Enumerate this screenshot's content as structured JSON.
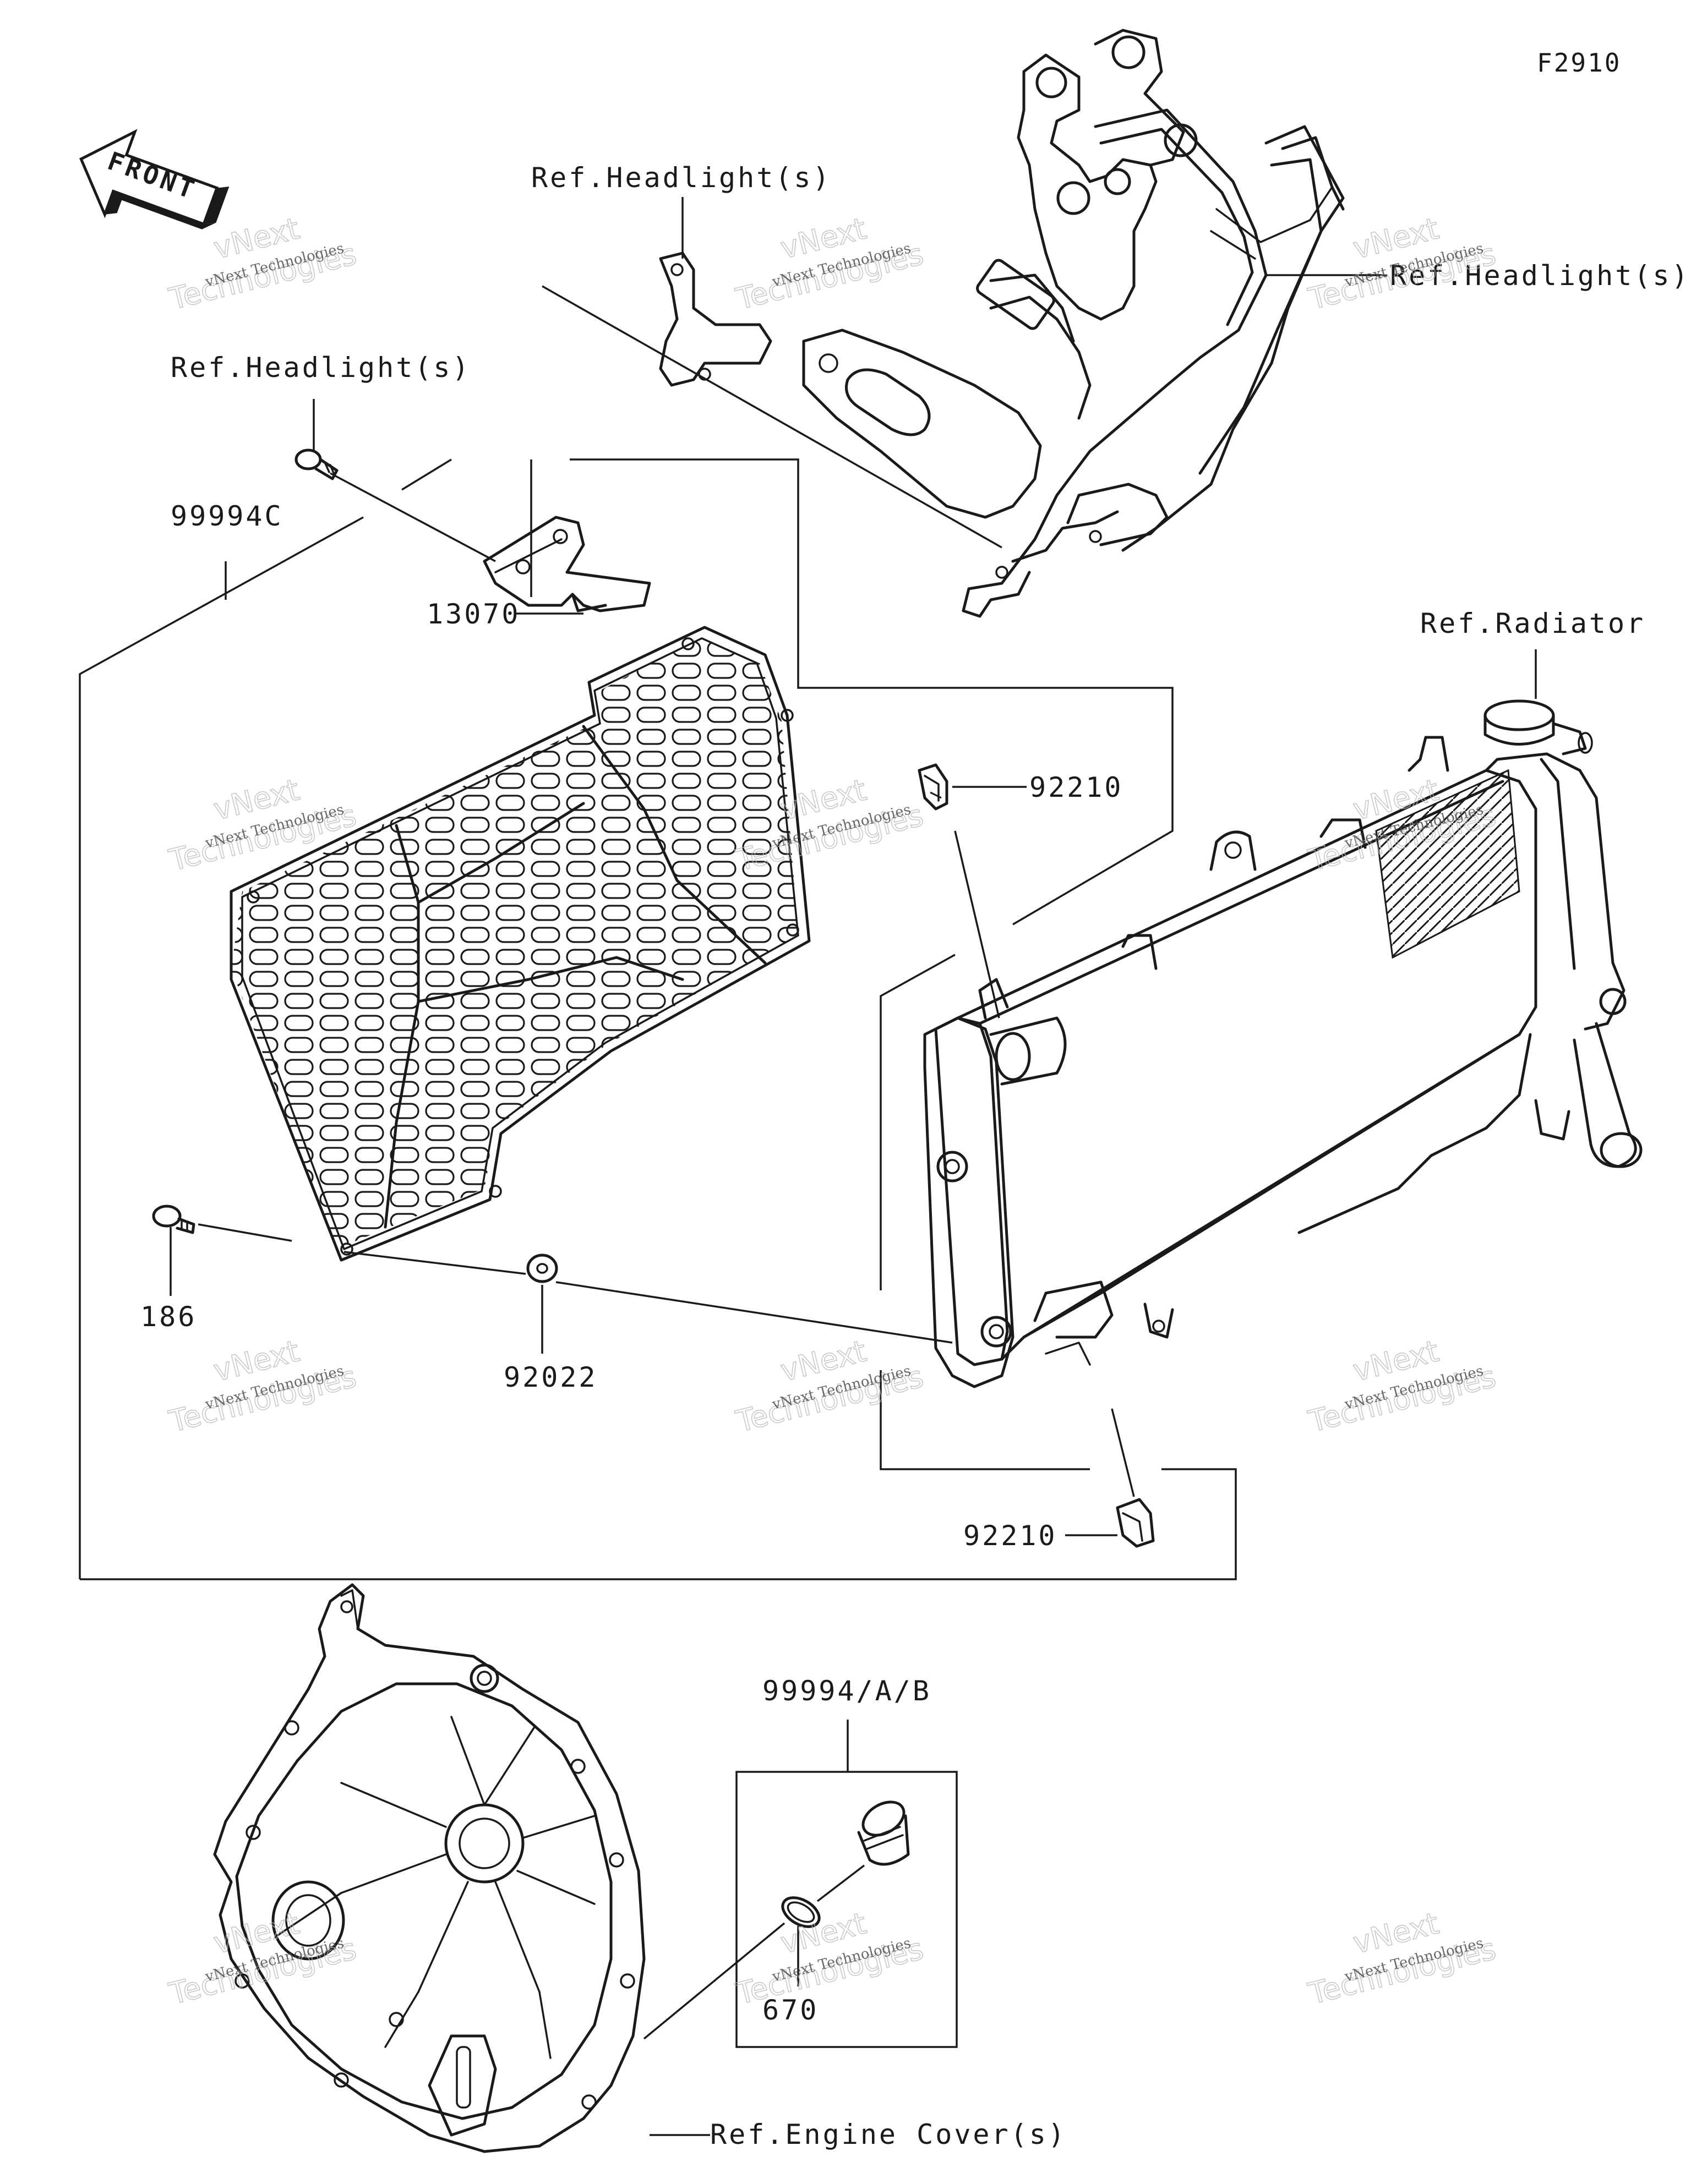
{
  "figure_id": "F2910",
  "front_arrow": {
    "label": "FRONT"
  },
  "callouts": {
    "ref_headlight_top": "Ref.Headlight(s)",
    "ref_headlight_right": "Ref.Headlight(s)",
    "ref_headlight_left": "Ref.Headlight(s)",
    "ref_radiator": "Ref.Radiator",
    "ref_engine_cover": "Ref.Engine Cover(s)"
  },
  "part_numbers": {
    "kit_radiator_guard": "99994C",
    "bracket": "13070",
    "clip_upper": "92210",
    "clip_lower": "92210",
    "bolt": "186",
    "washer": "92022",
    "kit_engine_plug": "99994/A/B",
    "o_ring": "670"
  },
  "watermark": {
    "company": "vNext Technologies",
    "brand_line1": "vNext",
    "brand_line2": "Technologies"
  }
}
